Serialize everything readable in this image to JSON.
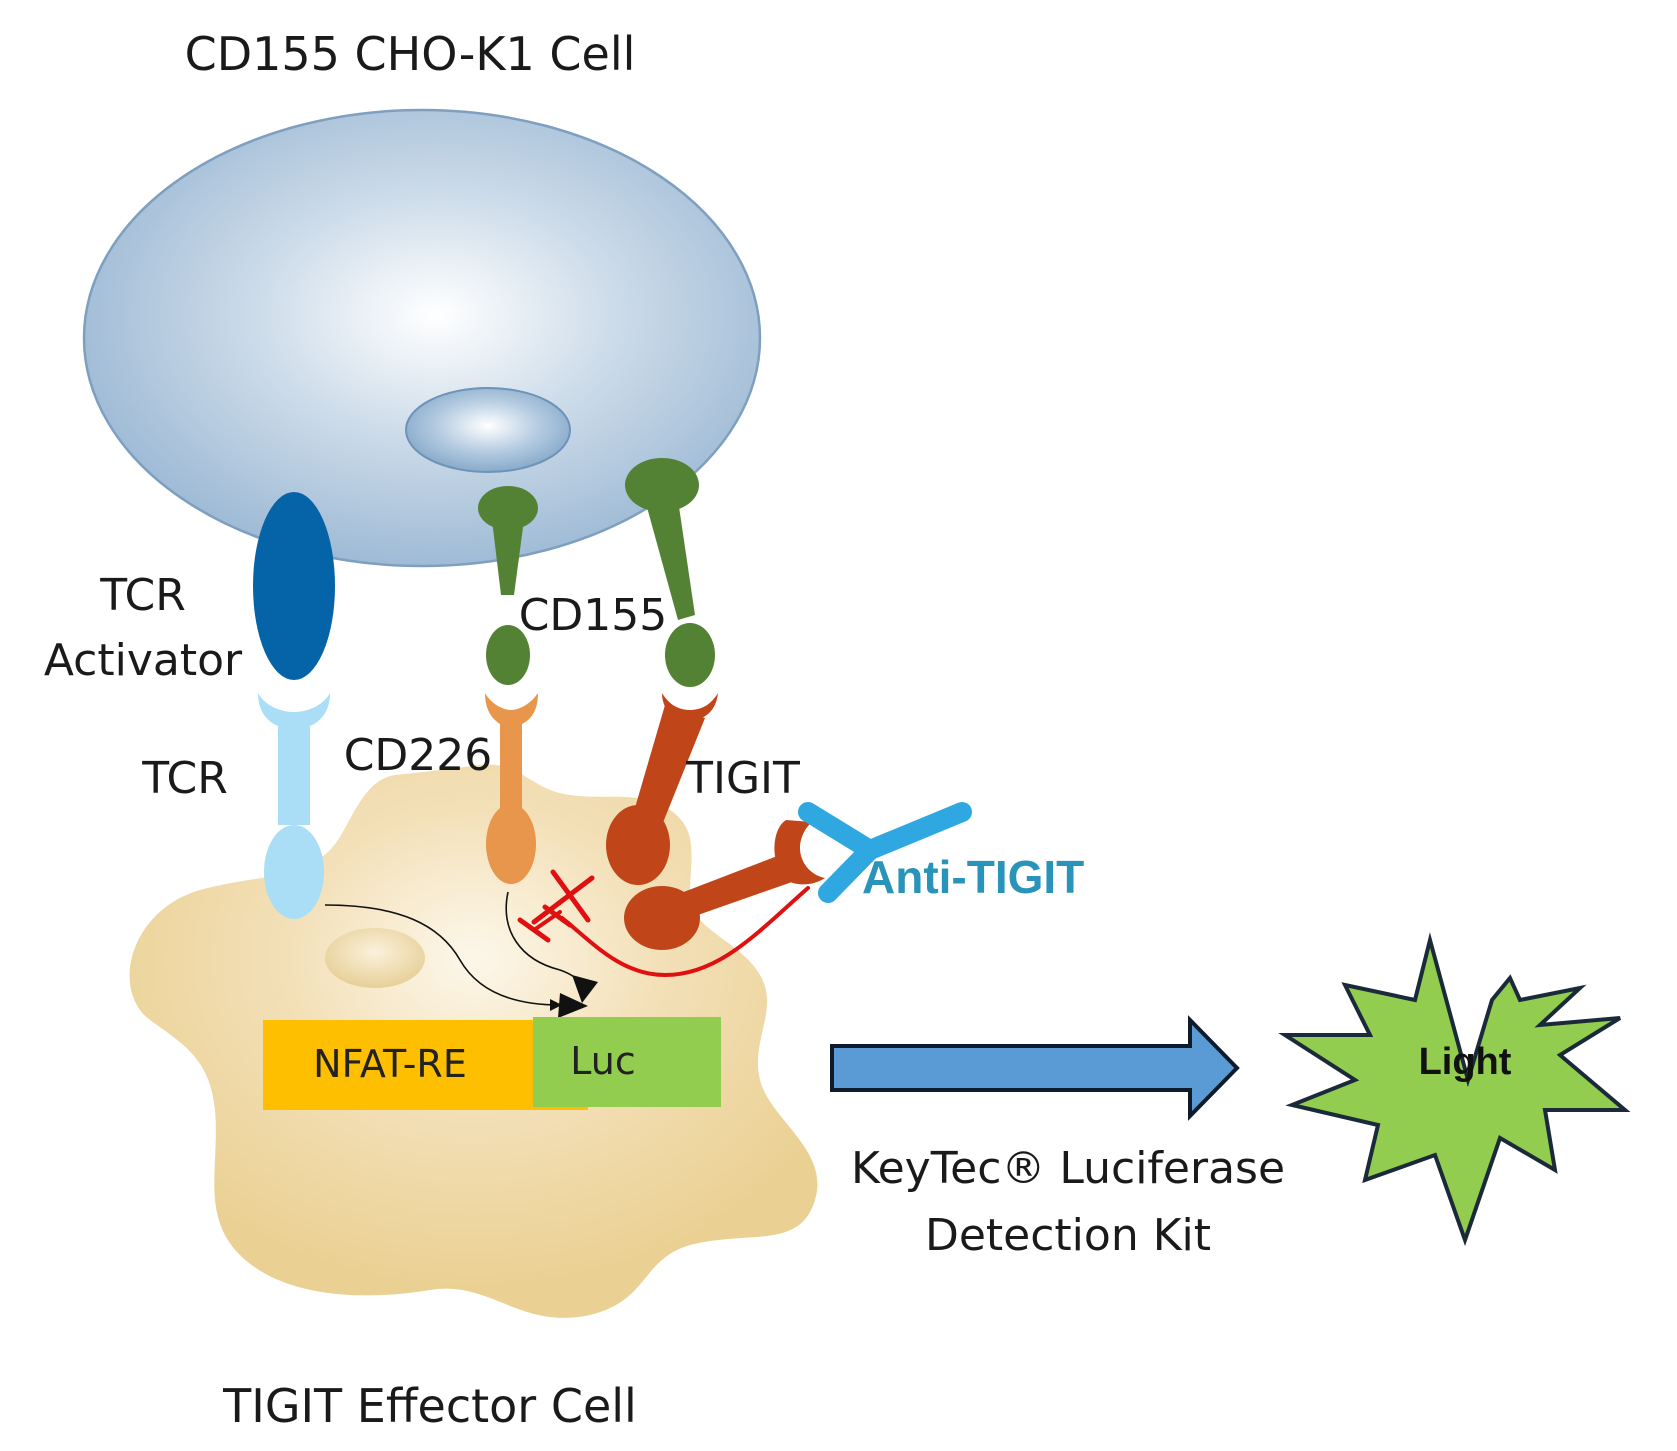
{
  "titles": {
    "top_cell": "CD155 CHO-K1 Cell",
    "bottom_cell": "TIGIT Effector Cell"
  },
  "labels": {
    "tcr_activator_line1": "TCR",
    "tcr_activator_line2": "Activator",
    "tcr": "TCR",
    "cd155": "CD155",
    "cd226": "CD226",
    "tigit": "TIGIT",
    "anti_tigit": "Anti-TIGIT",
    "nfat_re": "NFAT-RE",
    "luc": "Luc",
    "kit_line1": "KeyTec® Luciferase",
    "kit_line2": "Detection Kit",
    "light": "Light"
  },
  "colors": {
    "cho_cell": "#a9c3db",
    "effector_cell": "#ecd196",
    "tcr_activator": "#0563a8",
    "tcr": "#a9def6",
    "cd155": "#548235",
    "cd226": "#e7964b",
    "tigit": "#c0461a",
    "anti_tigit": "#2fa7e0",
    "inhibition": "#e01010",
    "nfat_re_box": "#fdbf00",
    "luc_box": "#92cd4f",
    "arrow": "#5b9bd5",
    "starburst": "#92cd4f"
  }
}
